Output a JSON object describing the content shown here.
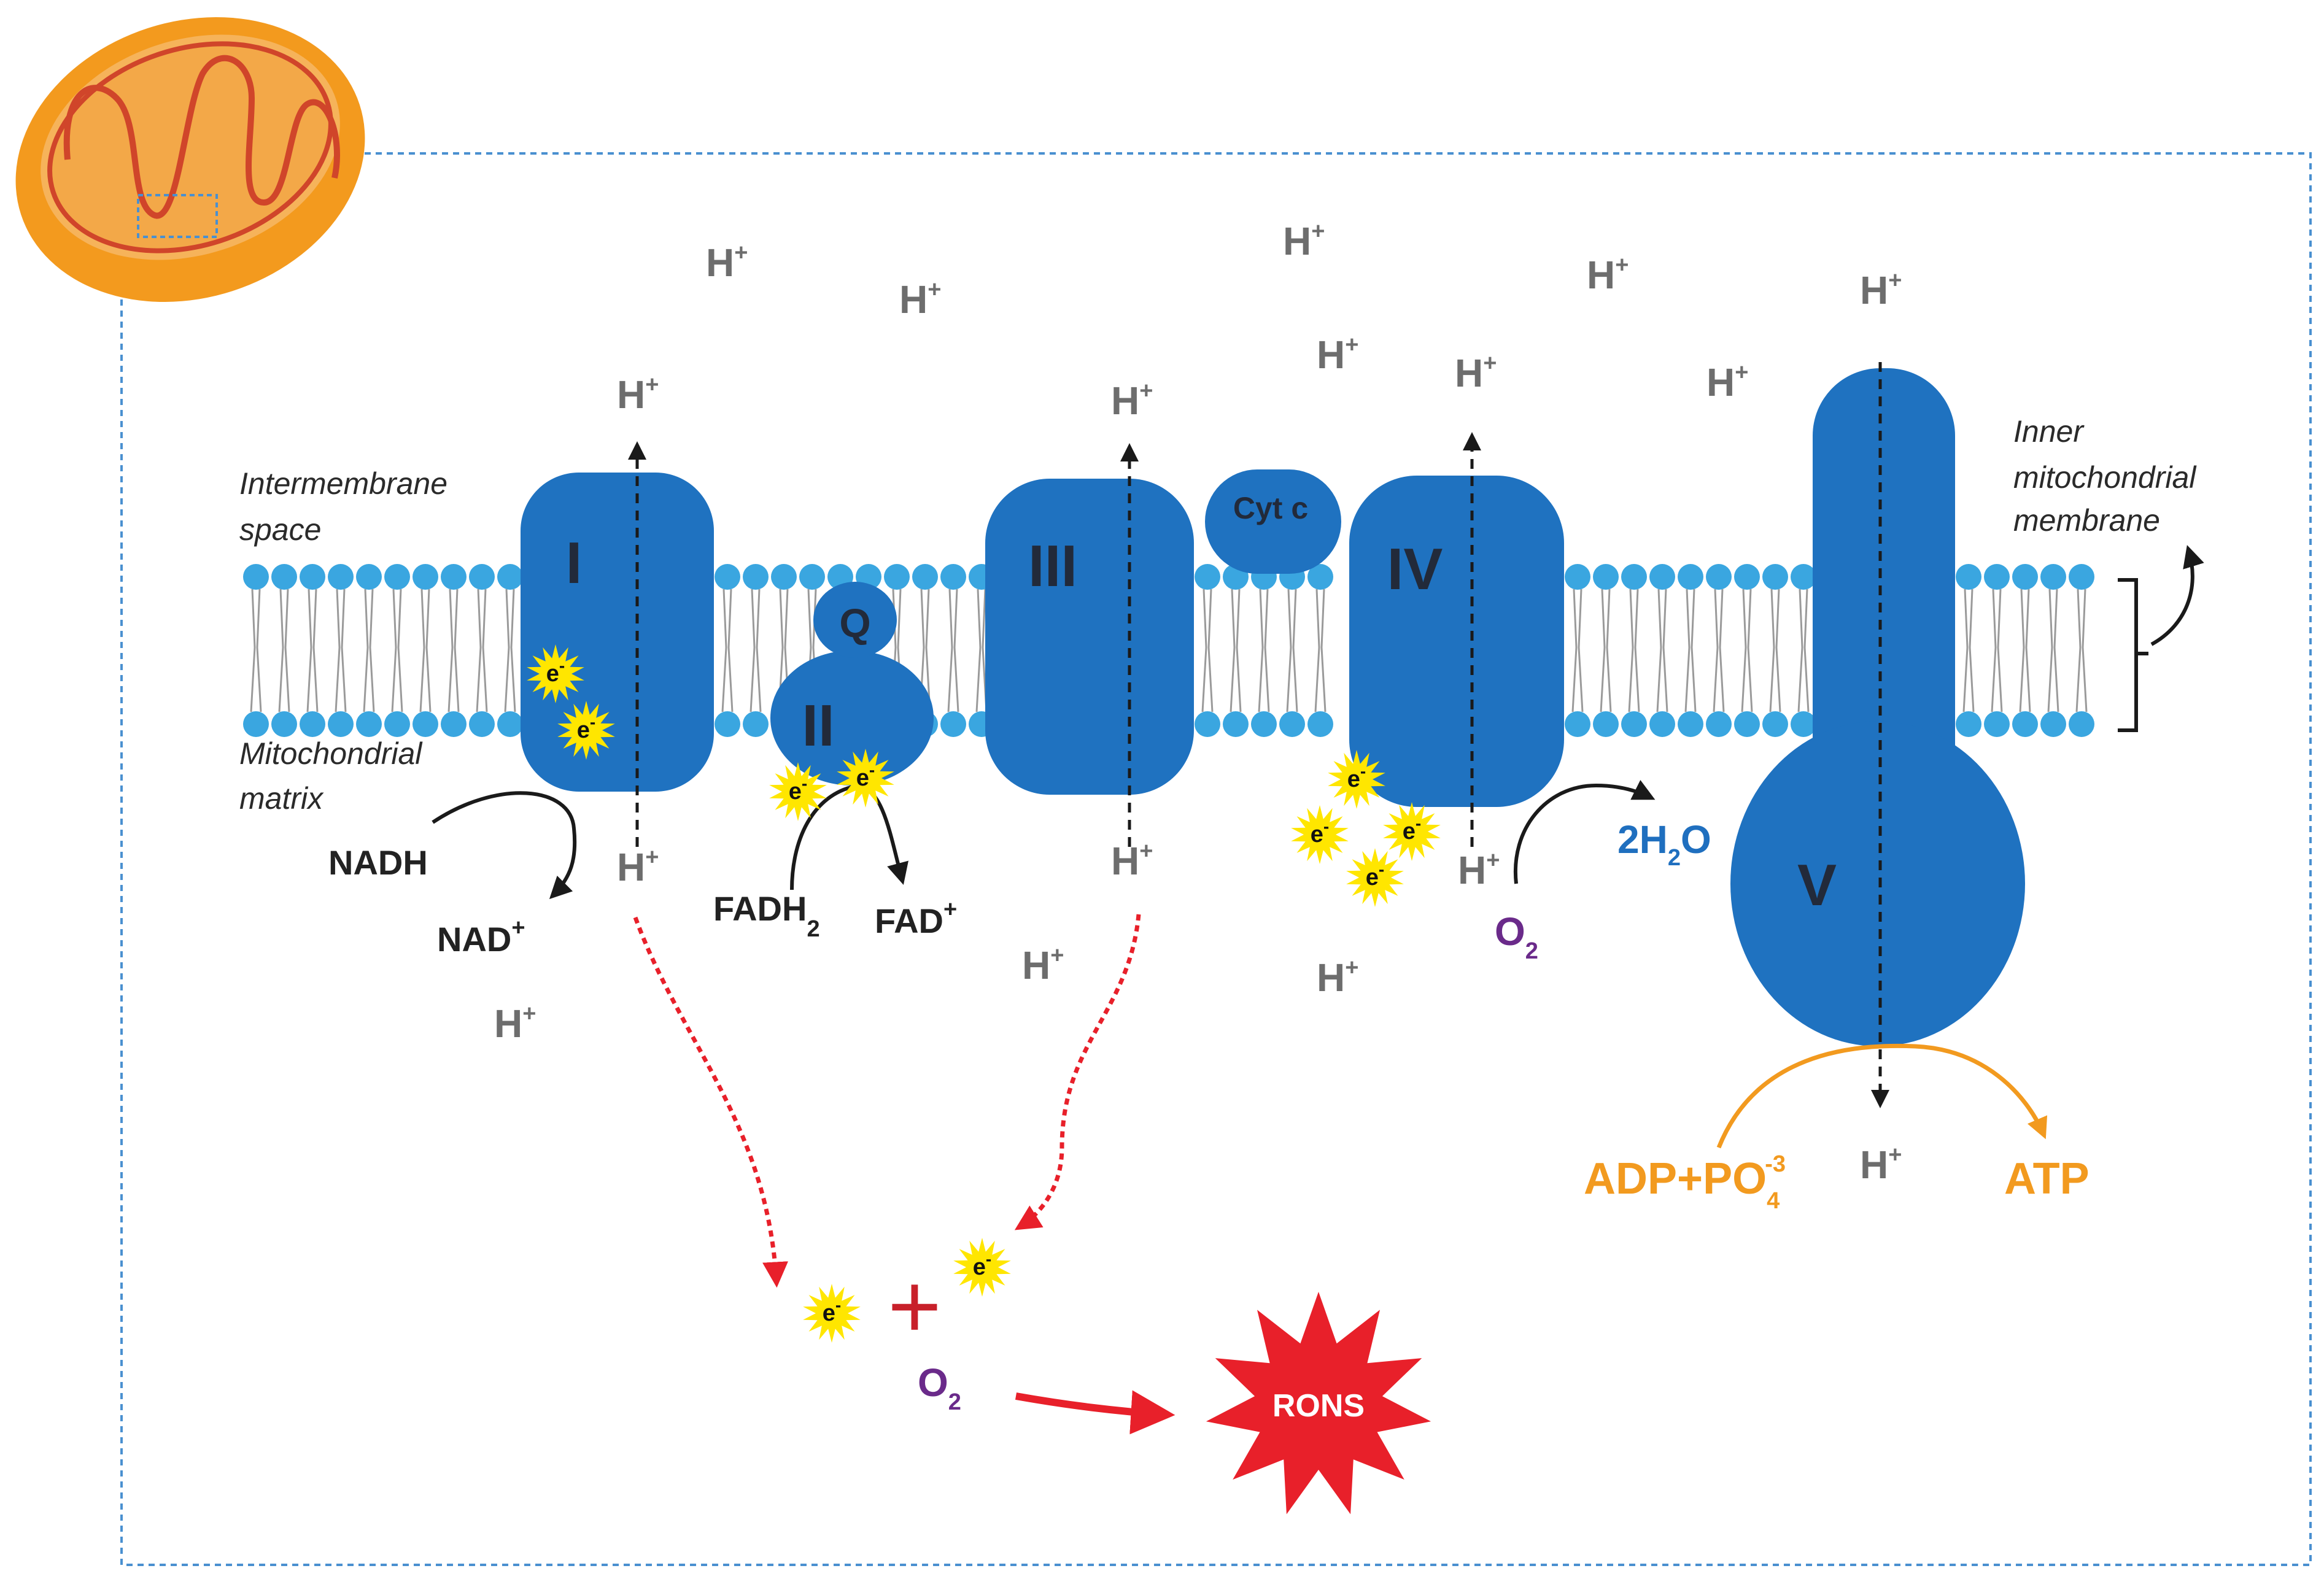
{
  "regions": {
    "intermembrane_1": "Intermembrane",
    "intermembrane_2": "space",
    "matrix_1": "Mitochondrial",
    "matrix_2": "matrix",
    "inner_1": "Inner",
    "inner_2": "mitochondrial",
    "inner_3": "membrane"
  },
  "complexes": {
    "c1": "I",
    "c2": "II",
    "c3": "III",
    "c4": "IV",
    "c5": "V",
    "q": "Q",
    "cytc": "Cyt c"
  },
  "proton": {
    "base": "H",
    "charge": "+"
  },
  "electron": {
    "base": "e",
    "charge": "-"
  },
  "metabolites": {
    "nadh": "NADH",
    "nad_base": "NAD",
    "nad_charge": "+",
    "fadh_base": "FADH",
    "fadh_sub": "2",
    "fad_base": "FAD",
    "fad_charge": "+",
    "o2_base": "O",
    "o2_sub": "2",
    "water_pre": "2H",
    "water_sub": "2",
    "water_post": "O",
    "adp_base": "ADP+PO",
    "adp_sub": "4",
    "adp_sup": "-3",
    "atp": "ATP",
    "plus": "+",
    "rons": "RONS"
  },
  "colors": {
    "complex_blue": "#1f72c0",
    "membrane_head": "#3aa6e0",
    "proton_gray": "#6d6d6d",
    "electron_yellow": "#ffe600",
    "rons_red": "#e8202a",
    "atp_orange": "#f29a1f",
    "oxygen_purple": "#6a2a8a",
    "mito_orange": "#f39a1e",
    "mito_cristae": "#d0452a"
  }
}
